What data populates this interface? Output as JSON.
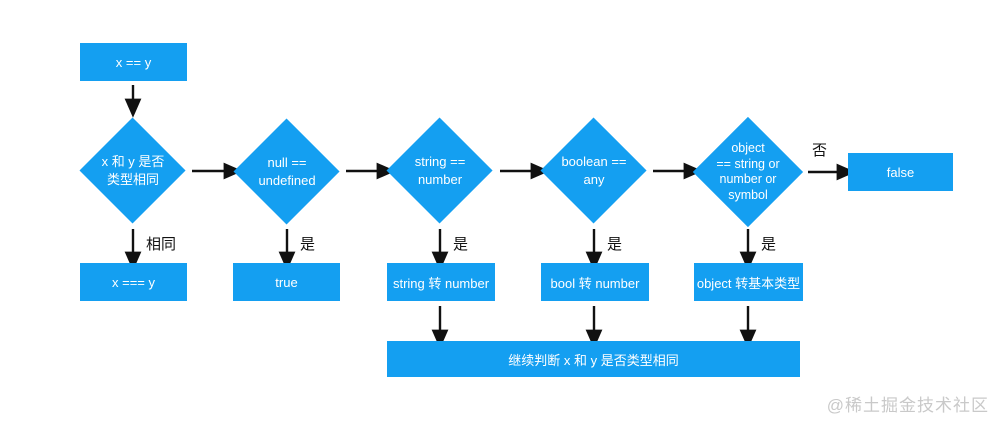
{
  "colors": {
    "node_fill": "#149ff1",
    "node_text": "#ffffff",
    "arrow": "#111111",
    "branch_label_text": "#111111",
    "watermark_text": "#c9c9c9",
    "background": "#ffffff"
  },
  "flowchart": {
    "start_node": "x == y",
    "decision_nodes": [
      {
        "lines": [
          "x 和 y 是否",
          "类型相同"
        ],
        "branch_label": "相同",
        "result_node": "x === y"
      },
      {
        "lines": [
          "null ==",
          "undefined"
        ],
        "branch_label": "是",
        "result_node": "true"
      },
      {
        "lines": [
          "string ==",
          "number"
        ],
        "branch_label": "是",
        "result_node": "string 转 number"
      },
      {
        "lines": [
          "boolean ==",
          "any"
        ],
        "branch_label": "是",
        "result_node": "bool 转 number"
      },
      {
        "lines": [
          "object",
          "== string or",
          "number or",
          "symbol"
        ],
        "branch_label": "是",
        "result_node": "object 转基本类型"
      }
    ],
    "no_branch": {
      "label": "否",
      "result_node": "false"
    },
    "merge_node": "继续判断 x 和 y 是否类型相同"
  },
  "watermark": "@稀土掘金技术社区"
}
